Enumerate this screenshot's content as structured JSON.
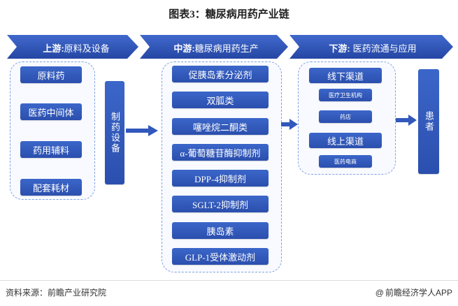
{
  "title": "图表3：糖尿病用药产业链",
  "stages": {
    "upstream_head": "上游:",
    "upstream_body": "原料及设备",
    "midstream_head": "中游:",
    "midstream_body": "糖尿病用药生产",
    "downstream_head": "下游:",
    "downstream_body": "医药流通与应用"
  },
  "upstream": {
    "items": [
      "原料药",
      "医药中间体",
      "药用辅料",
      "配套耗材"
    ],
    "equipment": "制药设备"
  },
  "midstream": {
    "items": [
      "促胰岛素分泌剂",
      "双胍类",
      "噻唑烷二酮类",
      "α-葡萄糖苷酶抑制剂",
      "DPP-4抑制剂",
      "SGLT-2抑制剂",
      "胰岛素",
      "GLP-1受体激动剂"
    ]
  },
  "downstream": {
    "offline": "线下渠道",
    "offline_sub": [
      "医疗卫生机构",
      "药店"
    ],
    "online": "线上渠道",
    "online_sub": [
      "医药电商"
    ],
    "patient": "患者"
  },
  "footer": {
    "source": "资料来源：前瞻产业研究院",
    "brand": "前瞻经济学人APP",
    "brand_icon": "at-sign-icon"
  },
  "colors": {
    "primary": "#2b4fae",
    "dashed_border": "#7fa1e0"
  }
}
